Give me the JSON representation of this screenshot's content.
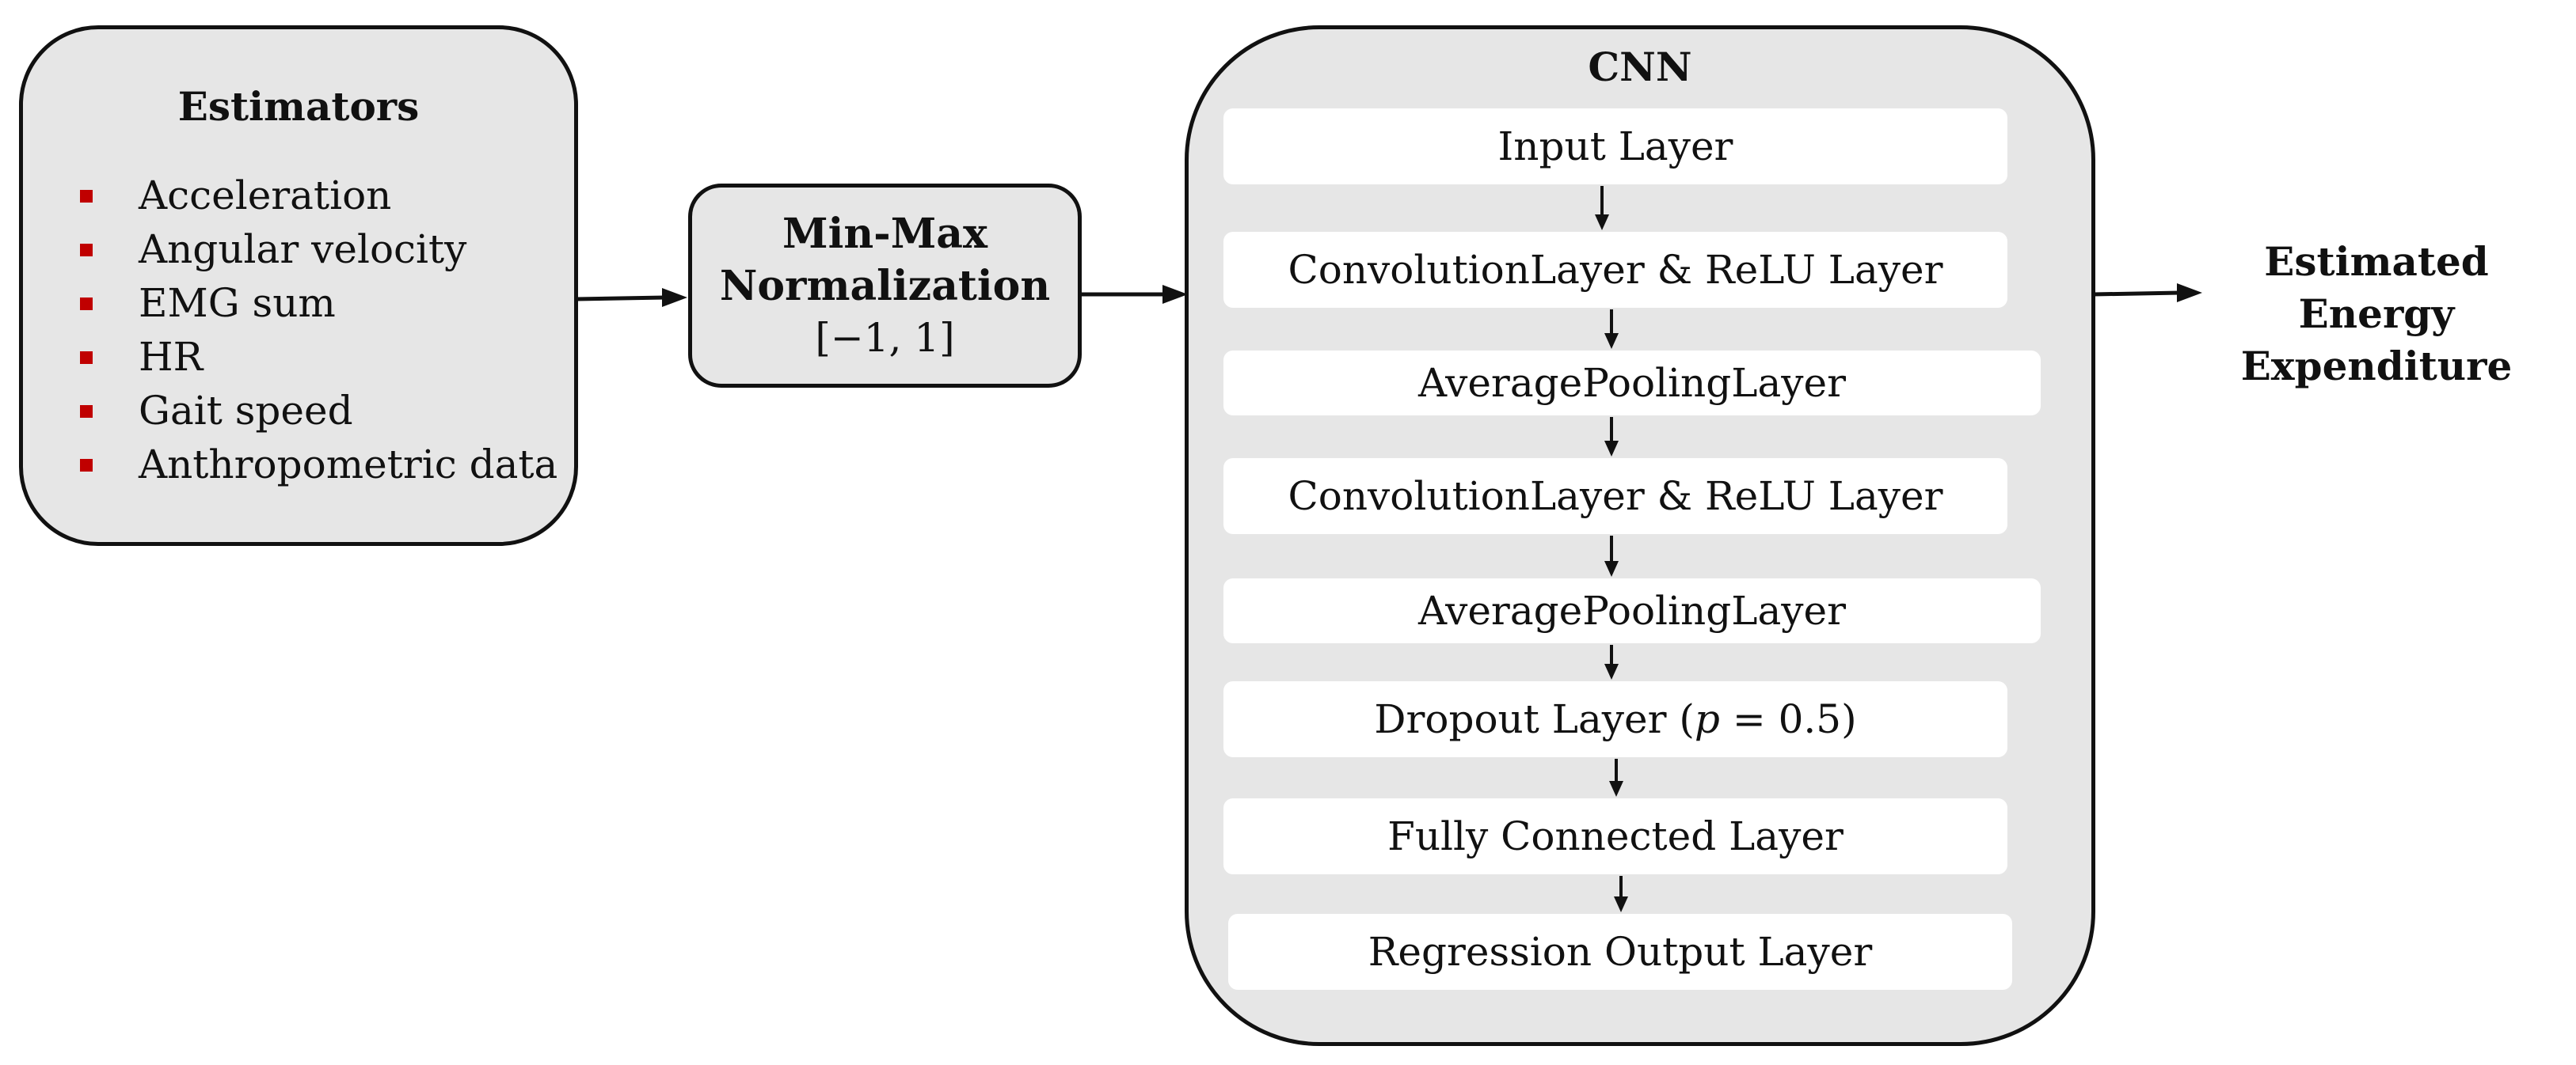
{
  "estimators": {
    "title": "Estimators",
    "items": [
      "Acceleration",
      "Angular velocity",
      "EMG sum",
      "HR",
      "Gait speed",
      "Anthropometric data"
    ]
  },
  "normalization": {
    "title_line1": "Min-Max",
    "title_line2": "Normalization",
    "range": "[−1, 1]"
  },
  "cnn": {
    "title": "CNN",
    "layers": [
      "Input Layer",
      "ConvolutionLayer & ReLU Layer",
      "AveragePoolingLayer",
      "ConvolutionLayer & ReLU Layer",
      "AveragePoolingLayer",
      "Dropout Layer (",
      "Fully Connected Layer",
      "Regression Output Layer"
    ],
    "dropout_param": "p",
    "dropout_value": " = 0.5)"
  },
  "output": {
    "line1": "Estimated Energy",
    "line2": "Expenditure"
  },
  "colors": {
    "panel_fill": "#e6e6e6",
    "outline": "#111111",
    "bullet": "#c00000",
    "layer_fill": "#ffffff"
  }
}
